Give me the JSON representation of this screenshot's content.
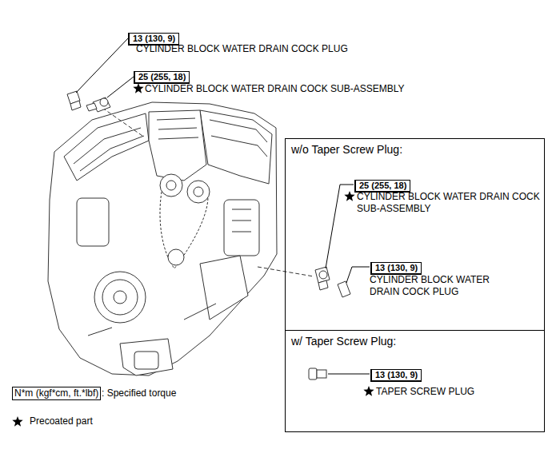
{
  "diagram": {
    "nodes": [
      {
        "text": [
          "13 (130, 9)"
        ]
      },
      {
        "text": [
          "25 (255, 18)"
        ]
      },
      {
        "text": [
          "w/o Taper Screw Plug:"
        ]
      },
      {
        "text": [
          "25 (255, 18)"
        ],
        "in": 2
      },
      {
        "text": [
          "13 (130, 9)"
        ],
        "in": 2
      },
      {
        "text": [
          "w/ Taper Screw Plug:"
        ]
      },
      {
        "text": [
          "13 (130, 9)"
        ],
        "in": 5
      },
      {
        "text": [
          "N*m (kgf*cm, ft.*lbf)"
        ]
      }
    ],
    "labels": [
      "CYLINDER BLOCK WATER DRAIN COCK PLUG",
      "CYLINDER BLOCK WATER DRAIN COCK SUB-ASSEMBLY",
      "CYLINDER BLOCK WATER DRAIN COCK SUB-ASSEMBLY",
      "CYLINDER BLOCK WATER DRAIN COCK PLUG",
      "TAPER SCREW PLUG",
      ": Specified torque"
    ],
    "legend": [
      {
        "text": "Precoated part"
      }
    ]
  }
}
